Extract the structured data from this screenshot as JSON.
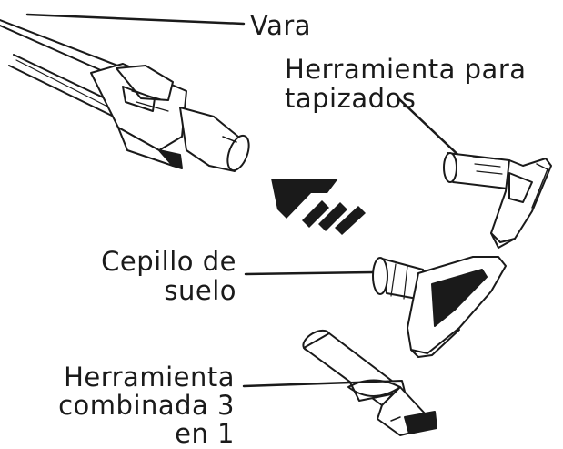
{
  "labels": {
    "wand": "Vara",
    "upholstery_tool": [
      "Herramienta para",
      "tapizados"
    ],
    "floor_brush": [
      "Cepillo de",
      "suelo"
    ],
    "combo_tool": [
      "Herramienta",
      "combinada 3",
      "en 1"
    ]
  }
}
